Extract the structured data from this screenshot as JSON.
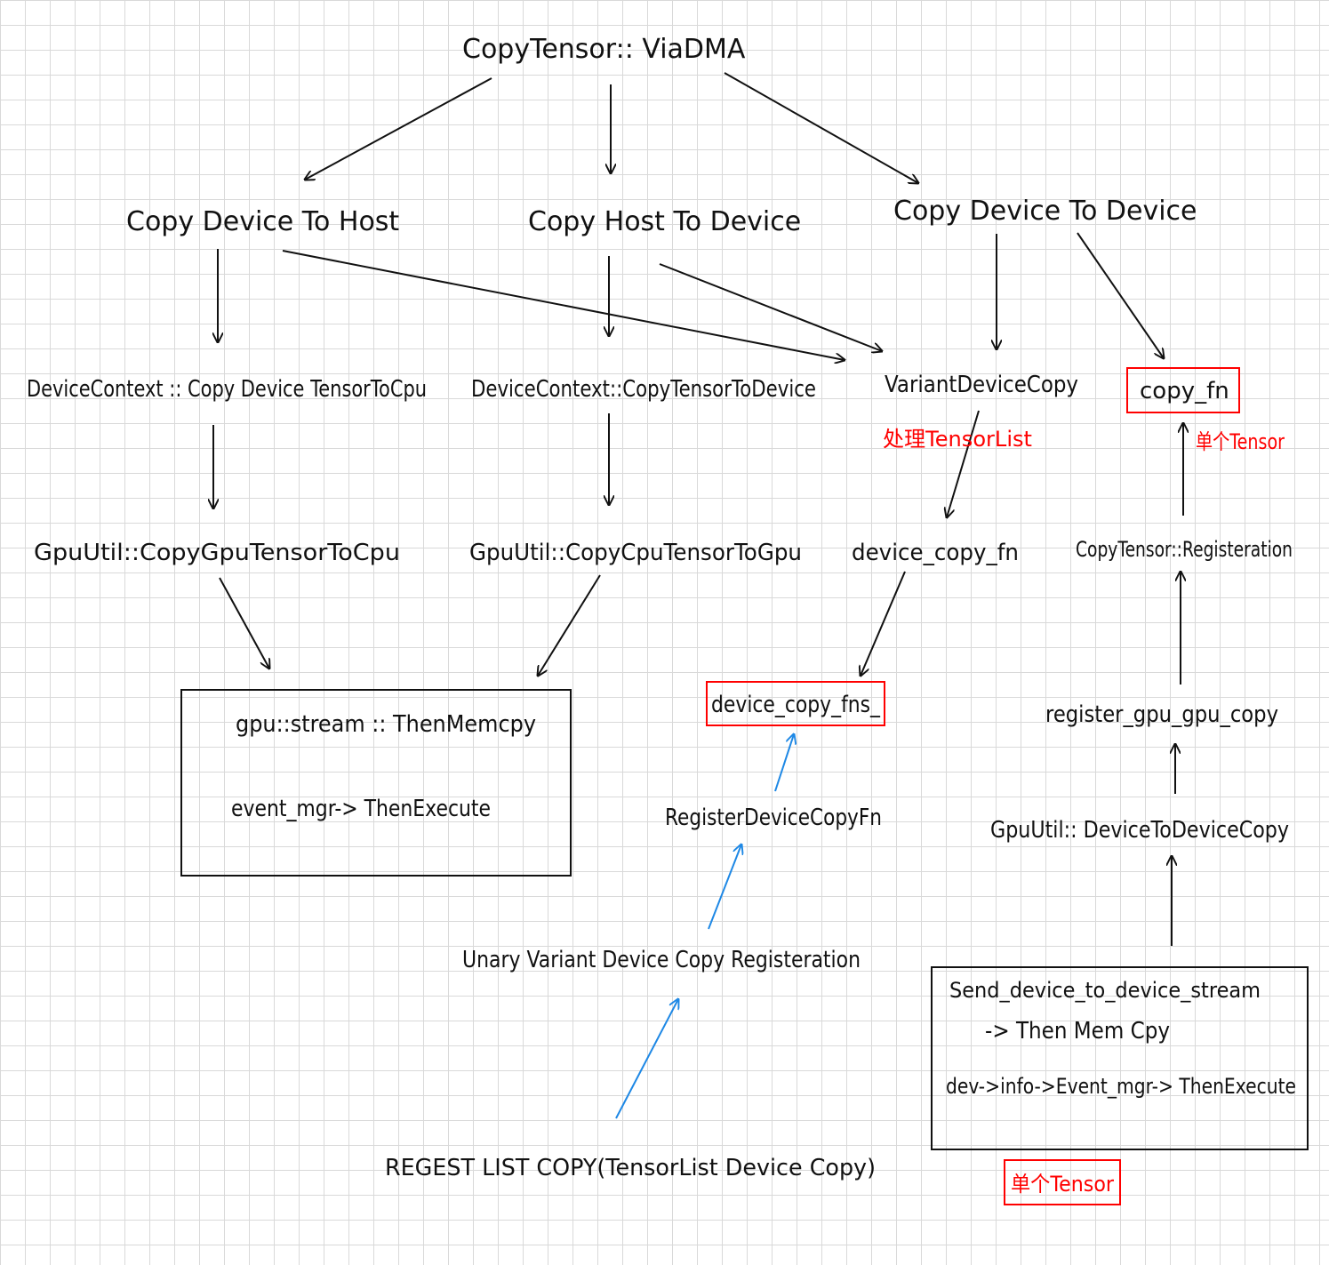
{
  "nodes": {
    "copy_tensor_via_dma": "CopyTensor:: ViaDMA",
    "copy_device_to_host": "Copy Device To Host",
    "copy_host_to_device": "Copy Host To Device",
    "copy_device_to_device": "Copy Device To Device",
    "dc_copy_device_tensor_to_cpu": "DeviceContext :: Copy Device TensorToCpu",
    "dc_copy_tensor_to_device": "DeviceContext::CopyTensorToDevice",
    "variant_device_copy": "VariantDeviceCopy",
    "copy_fn": "copy_fn",
    "gpuutil_copy_gpu_tensor_to_cpu": "GpuUtil::CopyGpuTensorToCpu",
    "gpuutil_copy_cpu_tensor_to_gpu": "GpuUtil::CopyCpuTensorToGpu",
    "device_copy_fn": "device_copy_fn",
    "copy_tensor_registration": "CopyTensor::Registeration",
    "gpu_stream_then_memcpy": "gpu::stream :: ThenMemcpy",
    "event_mgr_then_execute": "event_mgr-> ThenExecute",
    "device_copy_fns": "device_copy_fns_",
    "register_gpu_gpu_copy": "register_gpu_gpu_copy",
    "register_device_copy_fn": "RegisterDeviceCopyFn",
    "gpuutil_device_to_device_copy": "GpuUtil:: DeviceToDeviceCopy",
    "unary_variant_device_copy_registration": "Unary Variant Device Copy Registeration",
    "send_device_to_device_stream": "Send_device_to_device_stream",
    "then_mem_copy": "-> Then Mem Cpy",
    "dev_info_event_mgr": "dev->info->Event_mgr-> ThenExecute",
    "register_list_copy": "REGEST LIST COPY(TensorList Device Copy)"
  },
  "annotations": {
    "handle_tensor_list": "处理TensorList",
    "single_tensor_top": "单个Tensor",
    "single_tensor_bottom": "单个Tensor"
  },
  "colors": {
    "ink": "#111111",
    "annotation": "#ff0000",
    "registration_arrow": "#1e88e5",
    "grid": "#d9d9d9"
  }
}
